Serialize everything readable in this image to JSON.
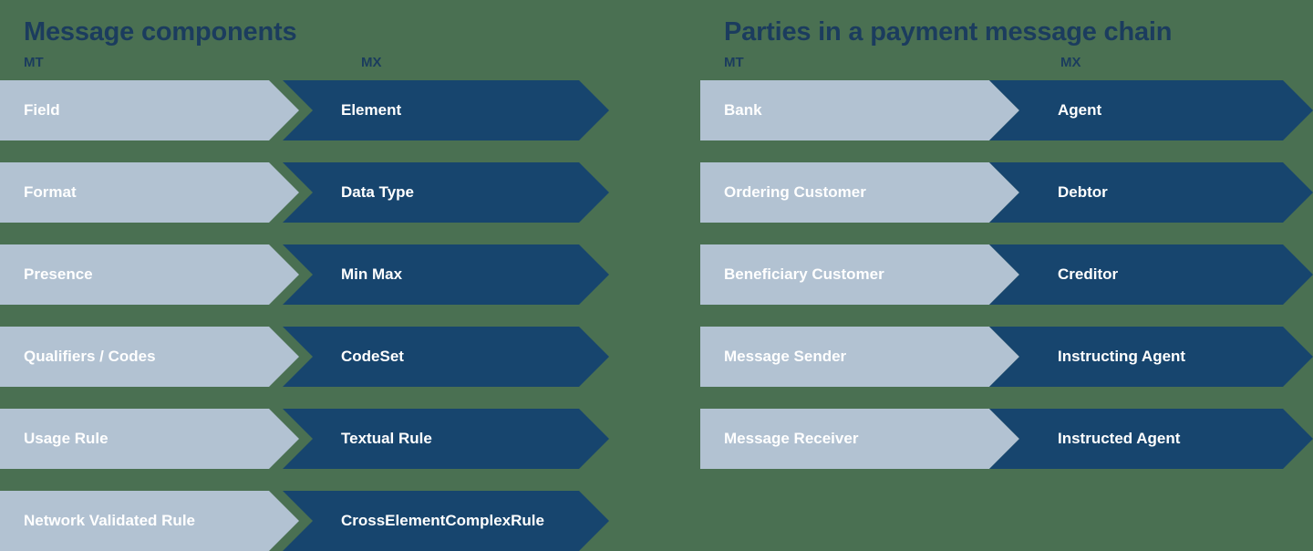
{
  "background_color": "#4a7052",
  "palette": {
    "heading": "#1b3c5e",
    "mt_segment": "#b2c2d2",
    "mx_segment": "#17456e",
    "segment_label": "#ffffff"
  },
  "panels": [
    {
      "id": "message-components",
      "heading": "Message components",
      "columns": {
        "mt": "MT",
        "mx": "MX"
      },
      "rows": [
        {
          "mt": "Field",
          "mx": "Element"
        },
        {
          "mt": "Format",
          "mx": "Data Type"
        },
        {
          "mt": "Presence",
          "mx": "Min Max"
        },
        {
          "mt": "Qualifiers / Codes",
          "mx": "CodeSet"
        },
        {
          "mt": "Usage Rule",
          "mx": "Textual Rule"
        },
        {
          "mt": "Network Validated Rule",
          "mx": "CrossElementComplexRule"
        }
      ]
    },
    {
      "id": "parties-in-a-payment-message-chain",
      "heading": "Parties in a payment message chain",
      "columns": {
        "mt": "MT",
        "mx": "MX"
      },
      "rows": [
        {
          "mt": "Bank",
          "mx": "Agent"
        },
        {
          "mt": "Ordering Customer",
          "mx": "Debtor"
        },
        {
          "mt": "Beneficiary Customer",
          "mx": "Creditor"
        },
        {
          "mt": "Message Sender",
          "mx": "Instructing Agent"
        },
        {
          "mt": "Message Receiver",
          "mx": "Instructed Agent"
        }
      ]
    }
  ]
}
